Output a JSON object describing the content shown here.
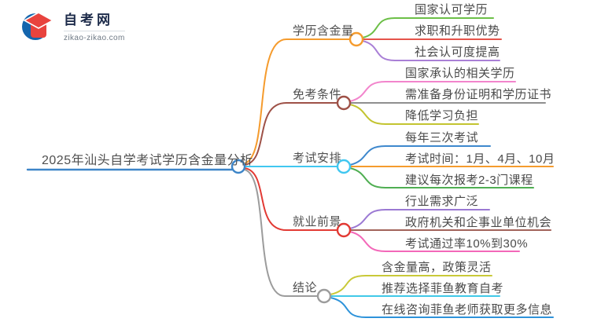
{
  "logo": {
    "title": "自考网",
    "subtitle": "zikao-zikao.com",
    "icon": "graduation-cap-icon",
    "brand_blue": "#1465ad",
    "brand_red": "#e8433e",
    "brand_navy": "#1d2b4a"
  },
  "mindmap": {
    "root": {
      "label": "2025年汕头自学考试学历含金量分析",
      "color": "#3d85c8"
    },
    "branches": [
      {
        "label": "学历含金量",
        "color": "#f59b2d",
        "children": [
          {
            "label": "国家认可学历",
            "color": "#6cbf47"
          },
          {
            "label": "求职和升职优势",
            "color": "#e5534a"
          },
          {
            "label": "社会认可度提高",
            "color": "#a97fd6"
          }
        ]
      },
      {
        "label": "免考条件",
        "color": "#9e5147",
        "children": [
          {
            "label": "国家承认的相关学历",
            "color": "#f285cc"
          },
          {
            "label": "需准备身份证明和学历证书",
            "color": "#8f8f8f"
          },
          {
            "label": "降低学习负担",
            "color": "#c3c430"
          }
        ]
      },
      {
        "label": "考试安排",
        "color": "#41c7f0",
        "children": [
          {
            "label": "每年三次考试",
            "color": "#3e88cd"
          },
          {
            "label": "考试时间：1月、4月、10月",
            "color": "#f59b2d"
          },
          {
            "label": "建议每次报考2-3门课程",
            "color": "#4fae52"
          }
        ]
      },
      {
        "label": "就业前景",
        "color": "#e23a34",
        "children": [
          {
            "label": "行业需求广泛",
            "color": "#9b79d3"
          },
          {
            "label": "政府机关和企事业单位机会",
            "color": "#a2635a"
          },
          {
            "label": "考试通过率10%到30%",
            "color": "#f368b9"
          }
        ]
      },
      {
        "label": "结论",
        "color": "#9c9c9c",
        "children": [
          {
            "label": "含金量高，政策灵活",
            "color": "#c9c938"
          },
          {
            "label": "推荐选择菲鱼教育自考",
            "color": "#41c9e8"
          },
          {
            "label": "在线咨询菲鱼老师获取更多信息",
            "color": "#2e93da"
          }
        ]
      }
    ]
  }
}
